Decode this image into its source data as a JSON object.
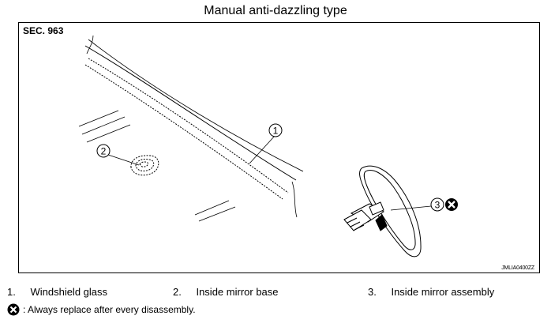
{
  "title": "Manual anti-dazzling type",
  "section": "SEC. 963",
  "figure_code": "JMLIA0400ZZ",
  "callouts": [
    "1",
    "2",
    "3"
  ],
  "legend": [
    {
      "num": "1.",
      "label": "Windshield glass"
    },
    {
      "num": "2.",
      "label": "Inside mirror base"
    },
    {
      "num": "3.",
      "label": "Inside mirror assembly"
    }
  ],
  "note": ": Always replace after every disassembly.",
  "icons": {
    "replace": "x-circle-icon"
  }
}
